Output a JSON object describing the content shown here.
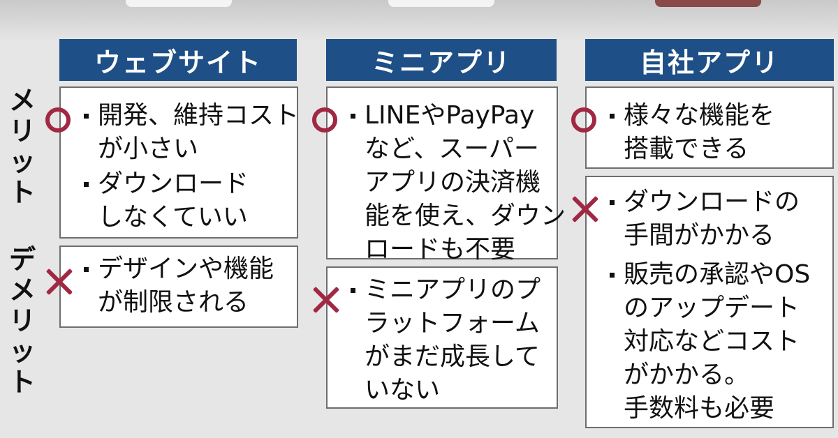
{
  "columns": {
    "website": {
      "header": "ウェブサイト",
      "merit_points": [
        "開発、維持コスト\nが小さい",
        "ダウンロード\nしなくていい"
      ],
      "demerit_points": [
        "デザインや機能\nが制限される"
      ]
    },
    "mini_app": {
      "header": "ミニアプリ",
      "merit_points": [
        "LINEやPayPay\nなど、スーパー\nアプリの決済機\n能を使え、ダウン\nロードも不要"
      ],
      "demerit_points": [
        "ミニアプリのプ\nラットフォーム\nがまだ成長して\nいない"
      ]
    },
    "own_app": {
      "header": "自社アプリ",
      "merit_points": [
        "様々な機能を\n搭載できる"
      ],
      "demerit_points": [
        "ダウンロードの\n手間がかかる",
        "販売の承認やOS\nのアップデート\n対応などコスト\nがかかる。\n手数料も必要"
      ]
    }
  },
  "row_labels": {
    "merit": "メリット",
    "demerit": "デメリット"
  },
  "icons": {
    "merit": "circle-mark",
    "demerit": "cross-mark"
  },
  "colors": {
    "header_bg": "#1e4f86",
    "mark": "#a02843"
  }
}
